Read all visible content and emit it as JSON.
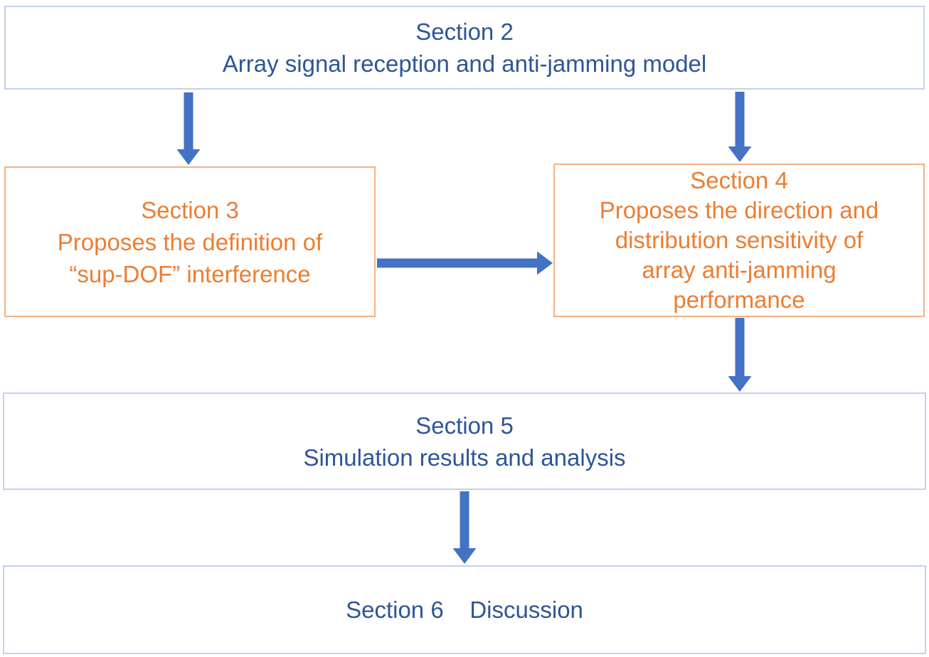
{
  "diagram": {
    "type": "flowchart",
    "colors": {
      "arrow_blue": "#4472C4",
      "blue_box_text": "#2E5597",
      "blue_box_border": "#C3D1EB",
      "orange_box_text": "#ED7D31",
      "orange_box_border": "#F4B183",
      "background": "#FFFFFF"
    },
    "boxes": {
      "section2": {
        "style": "blue",
        "lines": [
          "Section 2",
          "Array signal reception and anti-jamming model"
        ]
      },
      "section3": {
        "style": "orange",
        "lines": [
          "Section 3",
          "Proposes the definition of",
          "“sup-DOF” interference"
        ]
      },
      "section4": {
        "style": "orange",
        "lines": [
          "Section 4",
          "Proposes the direction and",
          "distribution sensitivity of",
          "array anti-jamming",
          "performance"
        ]
      },
      "section5": {
        "style": "blue",
        "lines": [
          "Section 5",
          "Simulation results and analysis"
        ]
      },
      "section6": {
        "style": "blue",
        "lines": [
          "Section 6    Discussion"
        ]
      }
    },
    "connections": [
      {
        "from": "section2",
        "to": "section3",
        "direction": "down"
      },
      {
        "from": "section2",
        "to": "section4",
        "direction": "down"
      },
      {
        "from": "section3",
        "to": "section4",
        "direction": "right"
      },
      {
        "from": "section4",
        "to": "section5",
        "direction": "down"
      },
      {
        "from": "section5",
        "to": "section6",
        "direction": "down"
      }
    ]
  }
}
